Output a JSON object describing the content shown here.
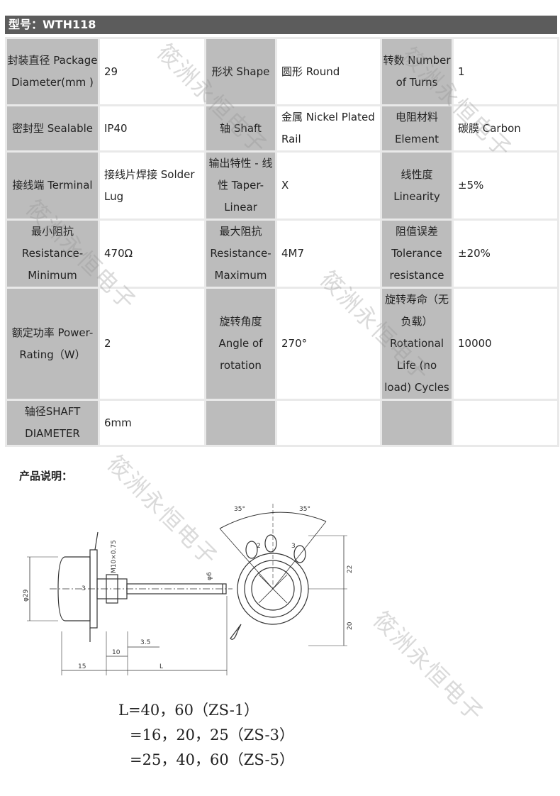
{
  "model": {
    "label": "型号：WTH118"
  },
  "spec_rows": [
    [
      {
        "label": "封装直径 Package Diameter(mm )",
        "value": "29"
      },
      {
        "label": "形状 Shape",
        "value": "圆形 Round"
      },
      {
        "label": "转数 Number of Turns",
        "value": "1"
      }
    ],
    [
      {
        "label": "密封型 Sealable",
        "value": "IP40"
      },
      {
        "label": "轴 Shaft",
        "value": "金属 Nickel Plated Rail"
      },
      {
        "label": "电阻材料 Element",
        "value": "碳膜 Carbon"
      }
    ],
    [
      {
        "label": "接线端 Terminal",
        "value": "接线片焊接 Solder Lug"
      },
      {
        "label": "输出特性 - 线性 Taper-Linear",
        "value": "X"
      },
      {
        "label": "线性度 Linearity",
        "value": "±5%"
      }
    ],
    [
      {
        "label": "最小阻抗 Resistance-Minimum",
        "value": "470Ω"
      },
      {
        "label": "最大阻抗 Resistance-Maximum",
        "value": "4M7"
      },
      {
        "label": "阻值误差 Tolerance resistance",
        "value": "±20%"
      }
    ],
    [
      {
        "label": "额定功率 Power-Rating（W）",
        "value": "2"
      },
      {
        "label": "旋转角度 Angle of rotation",
        "value": "270°"
      },
      {
        "label": "旋转寿命（无负载）Rotational Life (no load) Cycles",
        "value": "10000"
      }
    ],
    [
      {
        "label": "轴径SHAFT DIAMETER",
        "value": "6mm"
      },
      {
        "label": "",
        "value": ""
      },
      {
        "label": "",
        "value": ""
      }
    ]
  ],
  "section": {
    "heading": "产品说明："
  },
  "drawing_labels": {
    "angle_left": "35°",
    "angle_right": "35°",
    "thread": "M10×0.75",
    "body_dia": "φ29",
    "shaft_dia": "φ6",
    "dim_22": "22",
    "dim_20": "20",
    "dim_3_5": "3.5",
    "dim_10": "10",
    "dim_15": "15",
    "dim_L": "L",
    "pin_2": "2",
    "pin_3": "3",
    "pin_3_side": "3"
  },
  "formulas": [
    "L=40，60（ZS-1）",
    "=16，20，25（ZS-3）",
    "=25，40，60（ZS-5）"
  ],
  "watermark": "筱洲永恒电子"
}
